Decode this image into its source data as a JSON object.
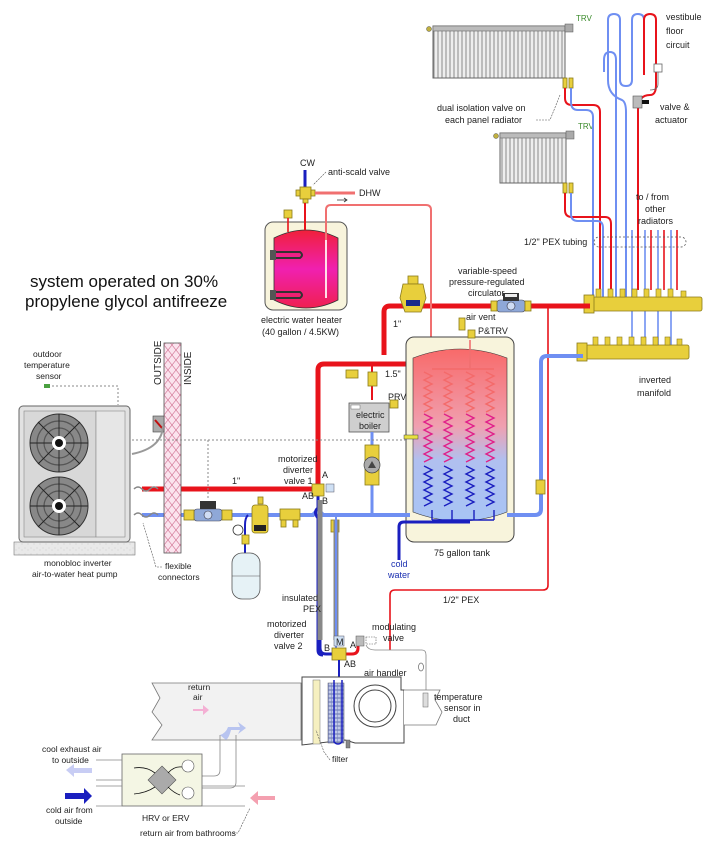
{
  "diagram": {
    "title": "Air-to-water heat pump hydronic system schematic",
    "note_line1": "system operated on 30%",
    "note_line2": "propylene glycol antifreeze",
    "wall": {
      "outside": "OUTSIDE",
      "inside": "INSIDE"
    },
    "heat_pump": {
      "label_line1": "monobloc inverter",
      "label_line2": "air-to-water heat pump"
    },
    "outdoor_sensor": {
      "line1": "outdoor",
      "line2": "temperature",
      "line3": "sensor"
    },
    "flexible_connectors": {
      "line1": "flexible",
      "line2": "connectors"
    },
    "pipe_sizes": {
      "main": "1\"",
      "riser": "1\"",
      "header": "1.5\"",
      "pex_half": "1/2\" PEX",
      "pex_tubing": "1/2\" PEX tubing"
    },
    "water_heater": {
      "label_line1": "electric water heater",
      "label_line2": "(40 gallon / 4.5KW)",
      "cw": "CW",
      "dhw": "DHW",
      "anti_scald": "anti-scald valve"
    },
    "circulator_var": {
      "line1": "variable-speed",
      "line2": "pressure-regulated",
      "line3": "circulator"
    },
    "air_vent": "air vent",
    "ptrv": "P&TRV",
    "prv": "PRV",
    "electric_boiler": {
      "line1": "electric",
      "line2": "boiler"
    },
    "tank": {
      "label": "75 gallon tank",
      "cold_line1": "cold",
      "cold_line2": "water"
    },
    "diverter1": {
      "line1": "motorized",
      "line2": "diverter",
      "line3": "valve 1",
      "port_a": "A",
      "port_ab": "AB",
      "port_b": "B"
    },
    "diverter2": {
      "line1": "motorized",
      "line2": "diverter",
      "line3": "valve 2",
      "port_a": "A",
      "port_ab": "AB",
      "port_b": "B",
      "motor": "M"
    },
    "insulated_pex": {
      "line1": "insulated",
      "line2": "PEX"
    },
    "modulating_valve": {
      "line1": "modulating",
      "line2": "valve"
    },
    "air_handler": "air handler",
    "temp_sensor_duct": {
      "line1": "temperature",
      "line2": "sensor in",
      "line3": "duct"
    },
    "filter": "filter",
    "return_air": {
      "line1": "return",
      "line2": "air"
    },
    "hrv": {
      "label": "HRV or ERV",
      "exhaust_line1": "cool exhaust air",
      "exhaust_line2": "to outside",
      "cold_in_line1": "cold air from",
      "cold_in_line2": "outside",
      "bath_return": "return air from bathrooms"
    },
    "radiators": {
      "trv": "TRV",
      "dual_iso_line1": "dual isolation valve on",
      "dual_iso_line2": "each panel radiator",
      "others_line1": "to / from",
      "others_line2": "other",
      "others_line3": "radiators"
    },
    "floor_circuit": {
      "line1": "vestibule",
      "line2": "floor",
      "line3": "circuit"
    },
    "valve_actuator": {
      "line1": "valve &",
      "line2": "actuator"
    },
    "manifold": {
      "line1": "inverted",
      "line2": "manifold"
    },
    "colors": {
      "hot": "#e8131b",
      "cold": "#6f8ff2",
      "cold_dark": "#1a1fbf",
      "brass": "#e8cf3c",
      "tank_jacket": "#f8f4dc",
      "water_heater_fill": "#f0207a"
    }
  }
}
